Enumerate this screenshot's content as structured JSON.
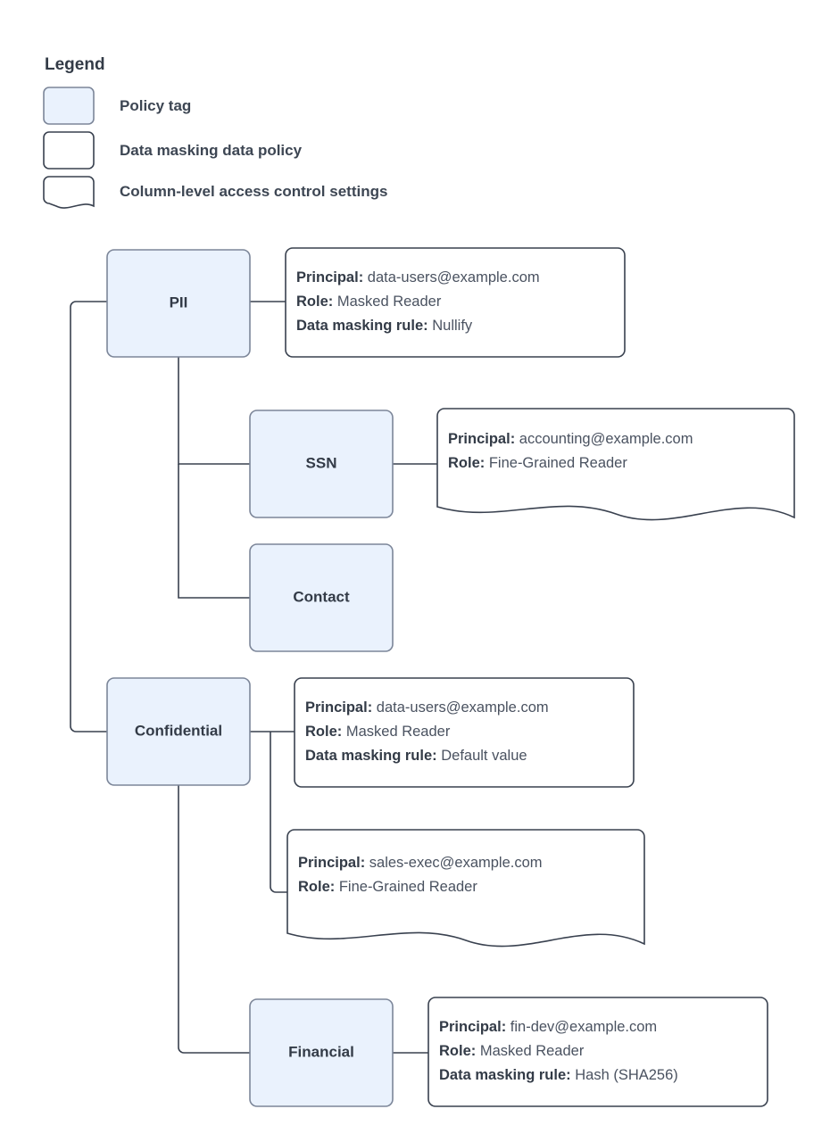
{
  "legend": {
    "title": "Legend",
    "items": [
      {
        "shape": "policy-tag-swatch",
        "label": "Policy tag"
      },
      {
        "shape": "data-masking-policy-swatch",
        "label": "Data masking data policy"
      },
      {
        "shape": "column-access-settings-swatch",
        "label": "Column-level access control settings"
      }
    ]
  },
  "labels": {
    "principal": "Principal:",
    "role": "Role:",
    "masking_rule": "Data masking rule:"
  },
  "nodes": [
    {
      "id": "pii",
      "label": "PII"
    },
    {
      "id": "ssn",
      "label": "SSN"
    },
    {
      "id": "contact",
      "label": "Contact"
    },
    {
      "id": "confidential",
      "label": "Confidential"
    },
    {
      "id": "financial",
      "label": "Financial"
    }
  ],
  "callouts": [
    {
      "id": "pii-policy",
      "shape": "data-masking-policy",
      "parent": "PII",
      "principal": "data-users@example.com",
      "role": "Masked Reader",
      "masking_rule": "Nullify"
    },
    {
      "id": "ssn-access",
      "shape": "column-access-settings",
      "parent": "SSN",
      "principal": "accounting@example.com",
      "role": "Fine-Grained Reader",
      "masking_rule": ""
    },
    {
      "id": "confidential-policy",
      "shape": "data-masking-policy",
      "parent": "Confidential",
      "principal": "data-users@example.com",
      "role": "Masked Reader",
      "masking_rule": "Default value"
    },
    {
      "id": "confidential-access",
      "shape": "column-access-settings",
      "parent": "Confidential",
      "principal": "sales-exec@example.com",
      "role": "Fine-Grained Reader",
      "masking_rule": ""
    },
    {
      "id": "financial-policy",
      "shape": "data-masking-policy",
      "parent": "Financial",
      "principal": "fin-dev@example.com",
      "role": "Masked Reader",
      "masking_rule": "Hash (SHA256)"
    }
  ],
  "colors": {
    "tag_fill": "#eaf2fd",
    "tag_stroke": "#7c8699",
    "line": "#39414f",
    "text": "#333b47"
  }
}
